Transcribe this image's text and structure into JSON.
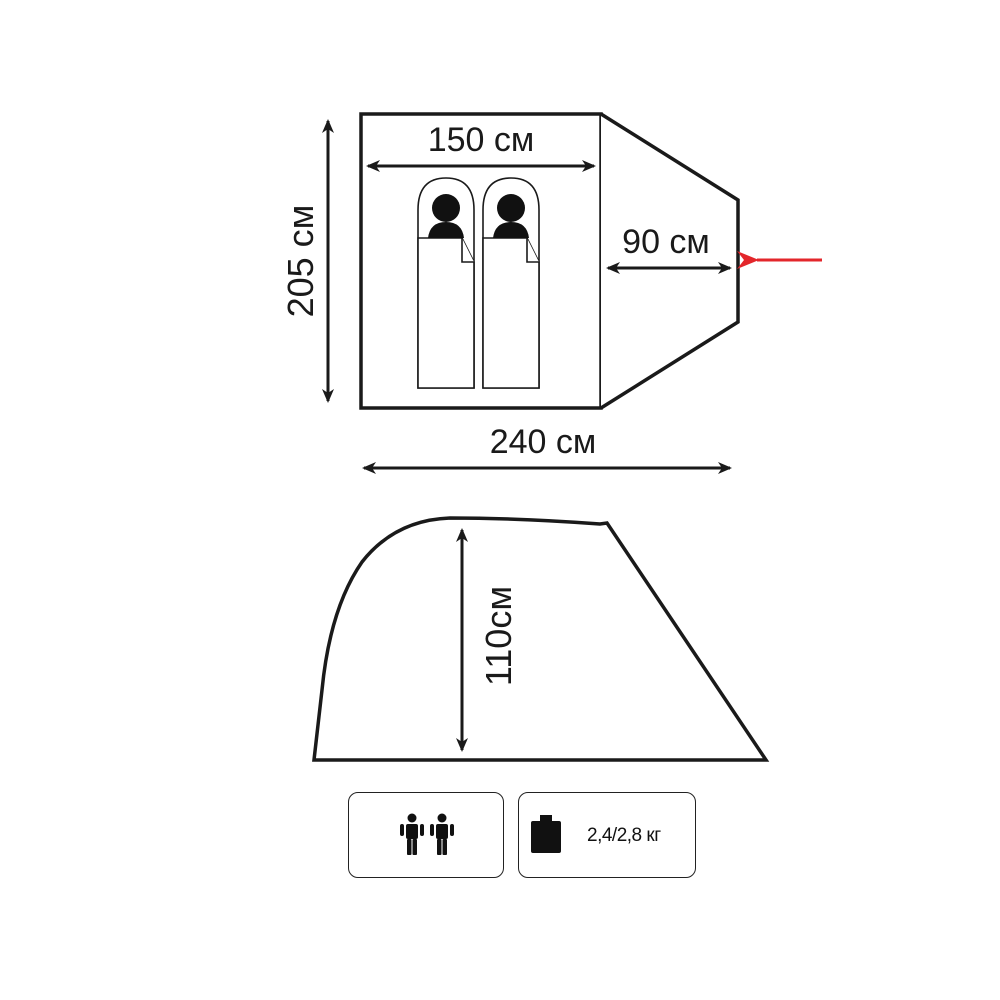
{
  "top_view": {
    "width_inner_label": "150 см",
    "vestibule_label": "90 см",
    "total_length_label": "240 см",
    "length_label": "205 см",
    "entrance_arrow_color": "#e3262b",
    "sleepers": 2
  },
  "side_view": {
    "height_label": "110см"
  },
  "badges": {
    "capacity_icon": "two-persons-icon",
    "weight_icon": "weight-icon",
    "weight_text": "2,4/2,8 кг"
  }
}
